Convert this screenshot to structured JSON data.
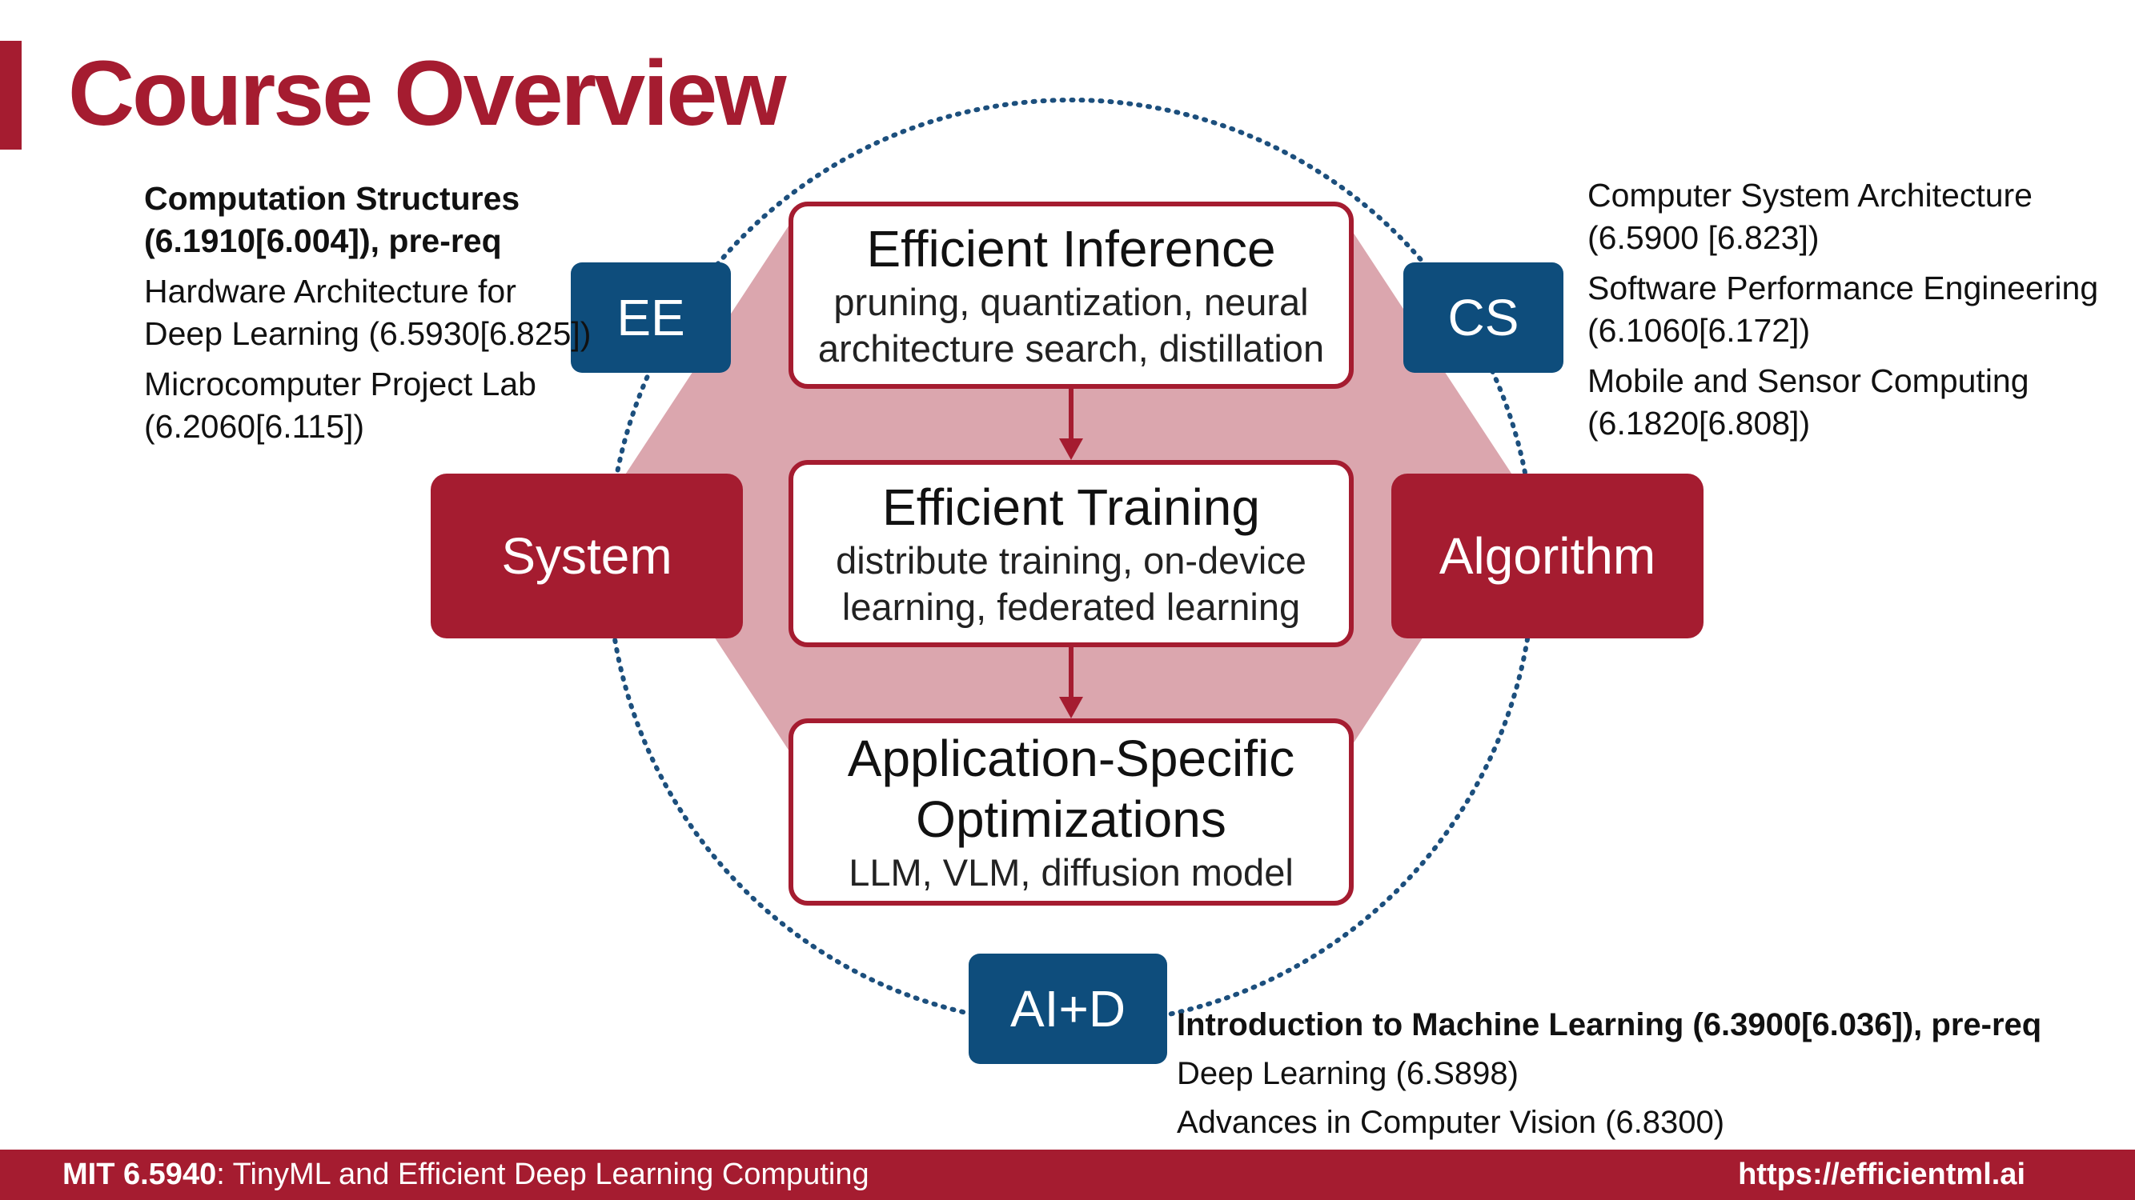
{
  "title": "Course Overview",
  "colors": {
    "accent": "#a51c30",
    "dept_blue": "#0e4d7c",
    "diamond": "#dba6ae"
  },
  "center_topics": [
    {
      "title": "Efficient Inference",
      "subtitle": "pruning, quantization, neural architecture search, distillation"
    },
    {
      "title": "Efficient Training",
      "subtitle": "distribute training, on-device learning, federated learning"
    },
    {
      "title": "Application-Specific Optimizations",
      "subtitle": "LLM, VLM, diffusion model"
    }
  ],
  "side_labels": {
    "left": "System",
    "right": "Algorithm"
  },
  "departments": {
    "ee": "EE",
    "cs": "CS",
    "aid": "AI+D"
  },
  "ee_courses": [
    {
      "text": "Computation Structures (6.1910[6.004]), pre-req",
      "bold": true
    },
    {
      "text": "Hardware Architecture for Deep Learning (6.5930[6.825])",
      "bold": false
    },
    {
      "text": "Microcomputer Project Lab (6.2060[6.115])",
      "bold": false
    }
  ],
  "cs_courses": [
    {
      "text": "Computer System Architecture (6.5900 [6.823])",
      "bold": false
    },
    {
      "text": "Software Performance Engineering (6.1060[6.172])",
      "bold": false
    },
    {
      "text": "Mobile and Sensor Computing (6.1820[6.808])",
      "bold": false
    }
  ],
  "aid_courses": [
    {
      "text": "Introduction to Machine Learning (6.3900[6.036]), pre-req",
      "bold": true
    },
    {
      "text": "Deep Learning (6.S898)",
      "bold": false
    },
    {
      "text": "Advances in Computer Vision (6.8300)",
      "bold": false
    }
  ],
  "footer": {
    "course_code": "MIT 6.5940",
    "course_name": ": TinyML and Efficient Deep Learning Computing",
    "url": "https://efficientml.ai"
  }
}
